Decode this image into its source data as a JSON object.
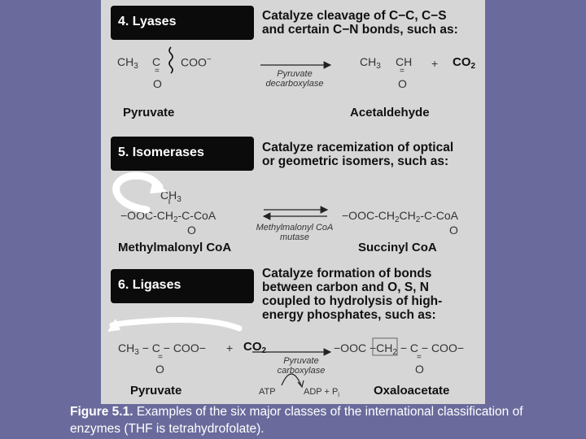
{
  "section_lyases": {
    "header": "4. Lyases",
    "desc_lines": [
      "Catalyze cleavage of C−C, C−S",
      "and certain C−N bonds, such as:"
    ],
    "left_formula": {
      "ch3": "CH",
      "ch3_sub": "3",
      "c": "C",
      "coo": "COO",
      "charge": "−",
      "dbl": "=",
      "o": "O"
    },
    "enzyme_lines": [
      "Pyruvate",
      "decarboxylase"
    ],
    "right_formula": {
      "ch3": "CH",
      "ch3_sub": "3",
      "ch": "CH",
      "dbl": "=",
      "o": "O",
      "plus": "+",
      "co2": "CO",
      "co2_sub": "2"
    },
    "left_name": "Pyruvate",
    "right_name": "Acetaldehyde"
  },
  "section_isomerases": {
    "header": "5. Isomerases",
    "desc_lines": [
      "Catalyze racemization of optical",
      "or geometric isomers, such as:"
    ],
    "left_formula": {
      "ch3": "CH",
      "ch3_sub": "3",
      "main": "−OOC-CH",
      "ch2_sub": "2",
      "tail": "-C-CoA",
      "o": "O"
    },
    "enzyme_lines": [
      "Methylmalonyl CoA",
      "mutase"
    ],
    "right_formula": {
      "main": "−OOC-CH",
      "sub1": "2",
      "mid": "CH",
      "sub2": "2",
      "tail": "-C-CoA",
      "o": "O"
    },
    "left_name": "Methylmalonyl CoA",
    "right_name": "Succinyl CoA"
  },
  "section_ligases": {
    "header": "6. Ligases",
    "desc_lines": [
      "Catalyze formation of bonds",
      "between carbon and O, S, N",
      "coupled to hydrolysis of high-",
      "energy phosphates, such as:"
    ],
    "left_formula": {
      "ch3": "CH",
      "ch3_sub": "3",
      "rest": "− C − COO−",
      "dbl": "=",
      "o": "O",
      "plus": "+",
      "co2": "CO",
      "co2_sub": "2"
    },
    "enzyme_lines": [
      "Pyruvate",
      "carboxylase"
    ],
    "cofactors": {
      "atp": "ATP",
      "adp": "ADP + P",
      "pi_sub": "i"
    },
    "right_formula": {
      "main": "−OOC −CH",
      "sub": "2",
      "rest": "− C − COO−",
      "dbl": "=",
      "o": "O"
    },
    "left_name": "Pyruvate",
    "right_name": "Oxaloacetate"
  },
  "caption": {
    "label": "Figure 5.1.",
    "text": " Examples of the six major classes of the international classification of enzymes (THF is tetrahydrofolate)."
  },
  "colors": {
    "background": "#6a6b9c",
    "panel": "#d6d6d6",
    "header_box": "#0b0b0b"
  }
}
